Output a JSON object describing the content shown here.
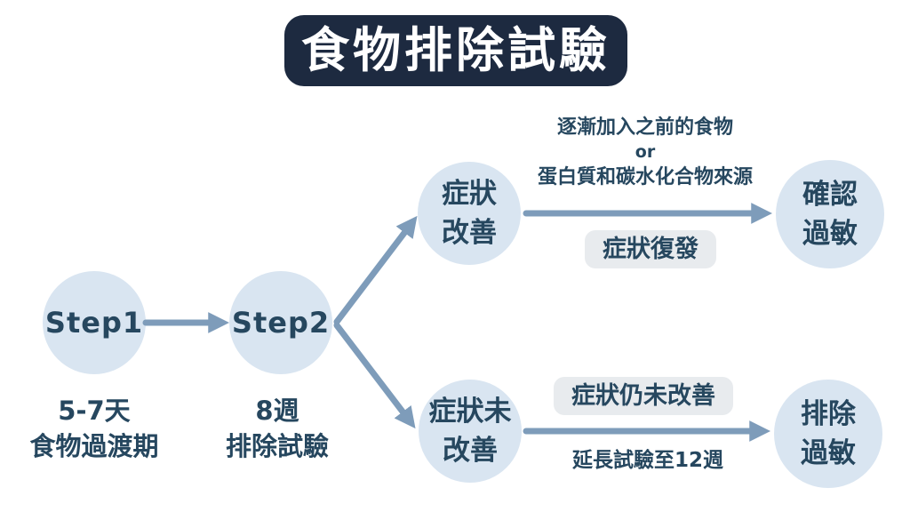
{
  "title": "食物排除試驗",
  "colors": {
    "page-bg": "#ffffff",
    "banner-bg": "#1d2a40",
    "banner-text": "#ffffff",
    "node-fill": "#d9e5f1",
    "text-dark": "#26475f",
    "arrow": "#7e9cba",
    "badge-bg": "#e8ebee"
  },
  "nodes": {
    "step1": {
      "label": "Step1"
    },
    "step2": {
      "label": "Step2"
    },
    "improved": {
      "line1": "症狀",
      "line2": "改善"
    },
    "not_improved": {
      "line1": "症狀未",
      "line2": "改善"
    },
    "confirm_allergy": {
      "line1": "確認",
      "line2": "過敏"
    },
    "exclude_allergy": {
      "line1": "排除",
      "line2": "過敏"
    }
  },
  "captions": {
    "step1": {
      "line1": "5-7天",
      "line2": "食物過渡期"
    },
    "step2": {
      "line1": "8週",
      "line2": "排除試驗"
    }
  },
  "annotations": {
    "reintroduce": {
      "line1": "逐漸加入之前的食物",
      "line2": "or",
      "line3": "蛋白質和碳水化合物來源"
    },
    "relapse_badge": "症狀復發",
    "still_badge": "症狀仍未改善",
    "extend_note": "延長試驗至12週"
  }
}
